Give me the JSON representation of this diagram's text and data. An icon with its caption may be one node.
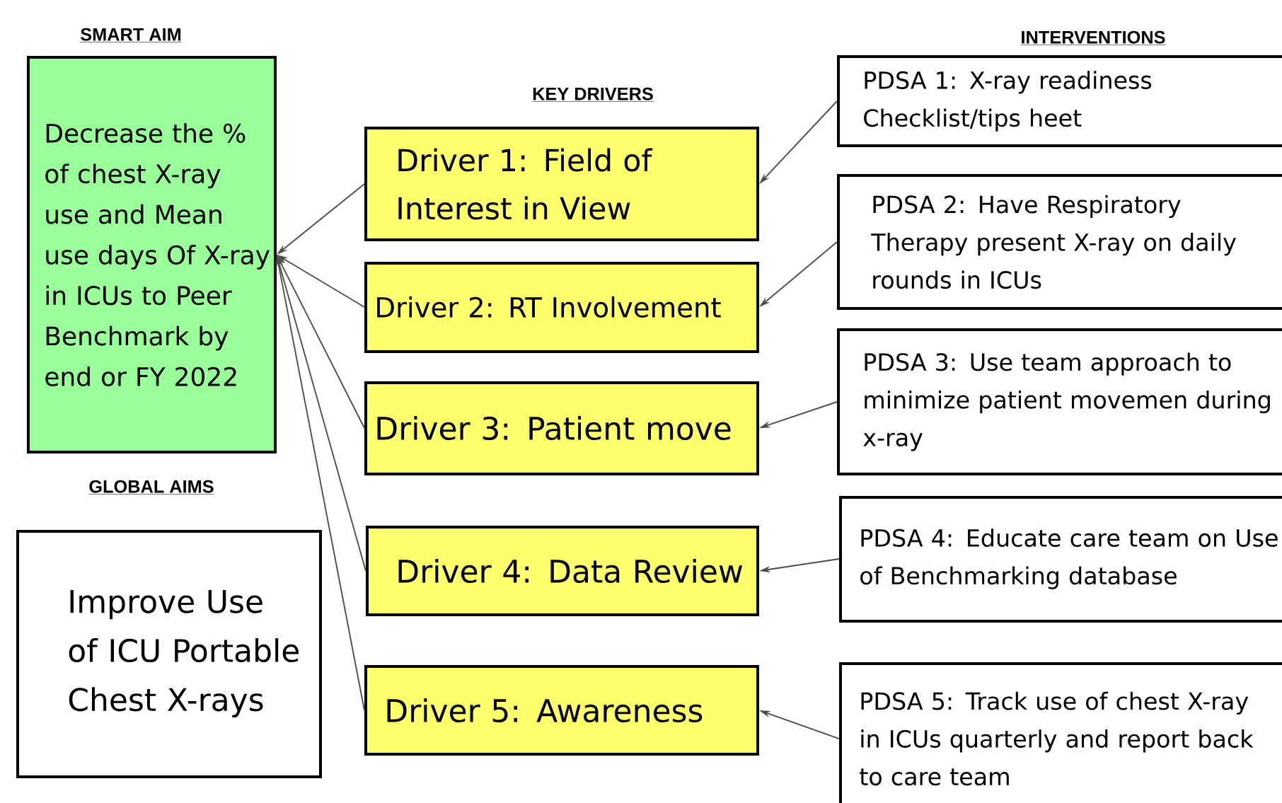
{
  "diagram": {
    "nodes": [
      {
        "text": [
          "SMART AIM",
          "Decrease the % of chest X-ray use and Mean use days Of X-ray in ICUs to Peer Benchmark by end or FY 2022"
        ]
      },
      {
        "text": [
          "GLOBAL AIMS",
          "Improve Use of ICU Portable Chest X-rays"
        ]
      },
      {
        "text": [
          "Driver 1: Field of Interest in View"
        ]
      },
      {
        "text": [
          "Driver 2: RT Involvement"
        ]
      },
      {
        "text": [
          "Driver 3: Patient move"
        ]
      },
      {
        "text": [
          "Driver 4: Data Review"
        ]
      },
      {
        "text": [
          "Driver 5: Awareness"
        ]
      },
      {
        "text": [
          "PDSA 1: X-ray readiness Checklist/tips heet"
        ]
      },
      {
        "text": [
          "PDSA 2: Have Respiratory Therapy present X-ray on daily rounds in ICUs"
        ]
      },
      {
        "text": [
          "PDSA 3: Use team approach to minimize patient movemen during x-ray"
        ]
      },
      {
        "text": [
          "PDSA 4: Educate care team on Use of Benchmarking database"
        ]
      },
      {
        "text": [
          "PDSA 5: Track use of chest X-ray in ICUs quarterly and report back to care team"
        ]
      }
    ],
    "edges": [
      {
        "from": 2,
        "to": 0,
        "arrow": "to"
      },
      {
        "from": 3,
        "to": 0,
        "arrow": "to"
      },
      {
        "from": 4,
        "to": 0,
        "arrow": "to"
      },
      {
        "from": 5,
        "to": 0,
        "arrow": "to"
      },
      {
        "from": 6,
        "to": 0,
        "arrow": "to"
      },
      {
        "from": 7,
        "to": 2,
        "arrow": "to"
      },
      {
        "from": 8,
        "to": 3,
        "arrow": "to"
      },
      {
        "from": 9,
        "to": 4,
        "arrow": "to"
      },
      {
        "from": 10,
        "to": 5,
        "arrow": "to"
      },
      {
        "from": 11,
        "to": 6,
        "arrow": "to"
      }
    ],
    "labels": [
      "KEY DRIVERS",
      "INTERVENTIONS"
    ]
  }
}
